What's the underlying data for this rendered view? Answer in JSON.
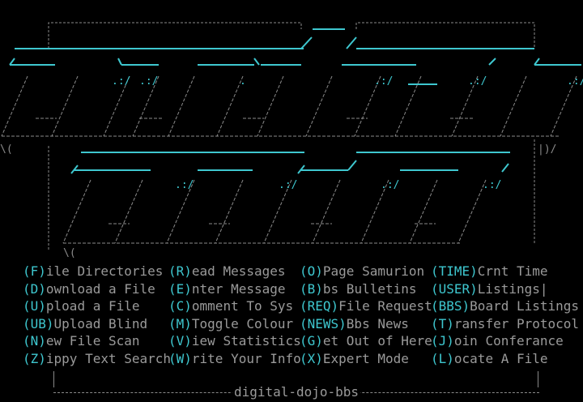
{
  "menu": {
    "columns": [
      [
        {
          "key": "(F)",
          "label": "ile Directories"
        },
        {
          "key": "(D)",
          "label": "ownload a File"
        },
        {
          "key": "(U)",
          "label": "pload a File"
        },
        {
          "key": "(UB)",
          "label": "Upload Blind"
        },
        {
          "key": "(N)",
          "label": "ew File Scan"
        },
        {
          "key": "(Z)",
          "label": "ippy Text Search"
        }
      ],
      [
        {
          "key": "(R)",
          "label": "ead Messages"
        },
        {
          "key": "(E)",
          "label": "nter Message"
        },
        {
          "key": "(C)",
          "label": "omment To Sys"
        },
        {
          "key": "(M)",
          "label": "Toggle Colour"
        },
        {
          "key": "(V)",
          "label": "iew Statistics"
        },
        {
          "key": "(W)",
          "label": "rite Your Info"
        }
      ],
      [
        {
          "key": "(O)",
          "label": "Page Samurion"
        },
        {
          "key": "(B)",
          "label": "bs Bulletins"
        },
        {
          "key": "(REQ)",
          "label": "File Request"
        },
        {
          "key": "(NEWS)",
          "label": "Bbs News"
        },
        {
          "key": "(G)",
          "label": "et Out of Here"
        },
        {
          "key": "(X)",
          "label": "Expert Mode"
        }
      ],
      [
        {
          "key": "(TIME)",
          "label": "Crnt Time"
        },
        {
          "key": "(USER)",
          "label": "Listings|"
        },
        {
          "key": "(BBS)",
          "label": "Board Listings"
        },
        {
          "key": "(T)",
          "label": "ransfer Protocol"
        },
        {
          "key": "(J)",
          "label": "oin Conferance"
        },
        {
          "key": "(L)",
          "label": "ocate A File"
        }
      ]
    ]
  },
  "footer": {
    "label": "digital-dojo-bbs"
  },
  "colors": {
    "accent": "#3ec7cf",
    "text": "#9a9a9a",
    "background": "#000000"
  }
}
